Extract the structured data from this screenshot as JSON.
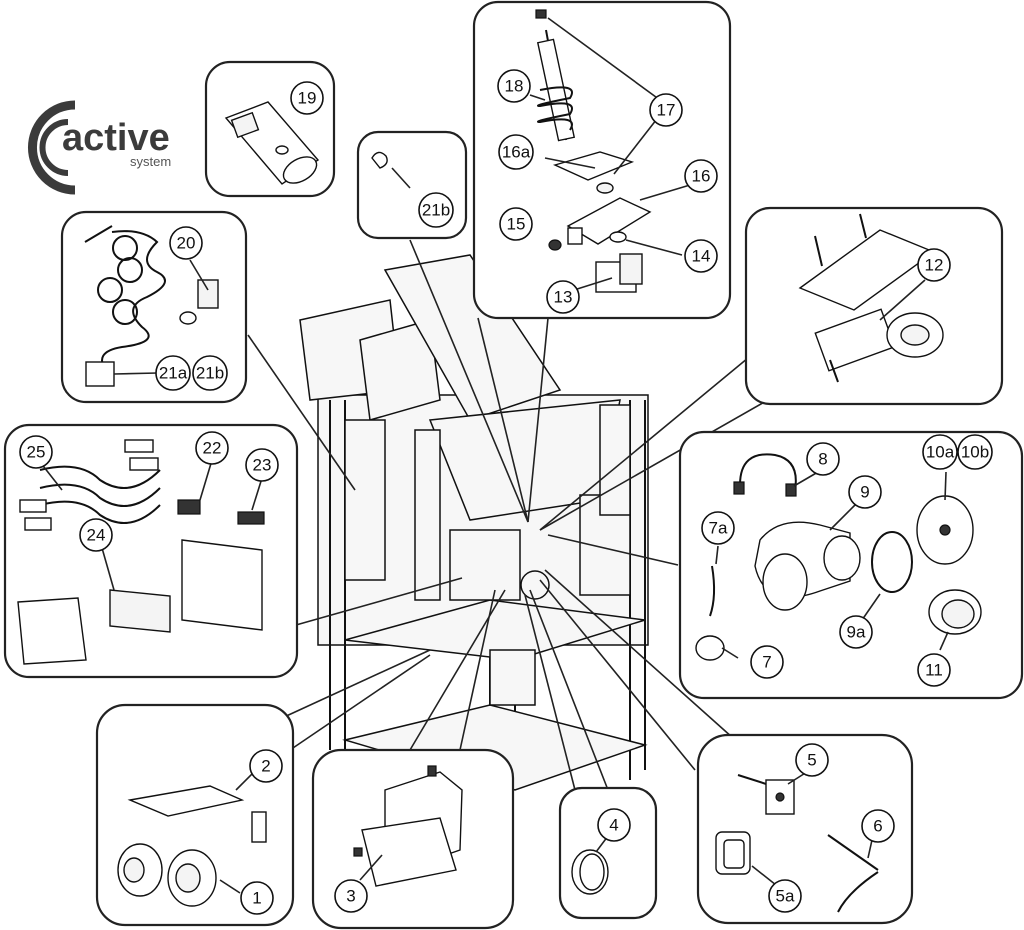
{
  "logo": {
    "word": "active",
    "sub": "system"
  },
  "callouts": {
    "c1": "1",
    "c2": "2",
    "c3": "3",
    "c4": "4",
    "c5": "5",
    "c5a": "5a",
    "c6": "6",
    "c7": "7",
    "c7a": "7a",
    "c8": "8",
    "c9": "9",
    "c9a": "9a",
    "c10a": "10a",
    "c10b": "10b",
    "c11": "11",
    "c12": "12",
    "c13": "13",
    "c14": "14",
    "c15": "15",
    "c16": "16",
    "c16a": "16a",
    "c17": "17",
    "c18": "18",
    "c19": "19",
    "c20": "20",
    "c21a": "21a",
    "c21b": "21b",
    "c21b_top": "21b",
    "c22": "22",
    "c23": "23",
    "c24": "24",
    "c25": "25"
  }
}
